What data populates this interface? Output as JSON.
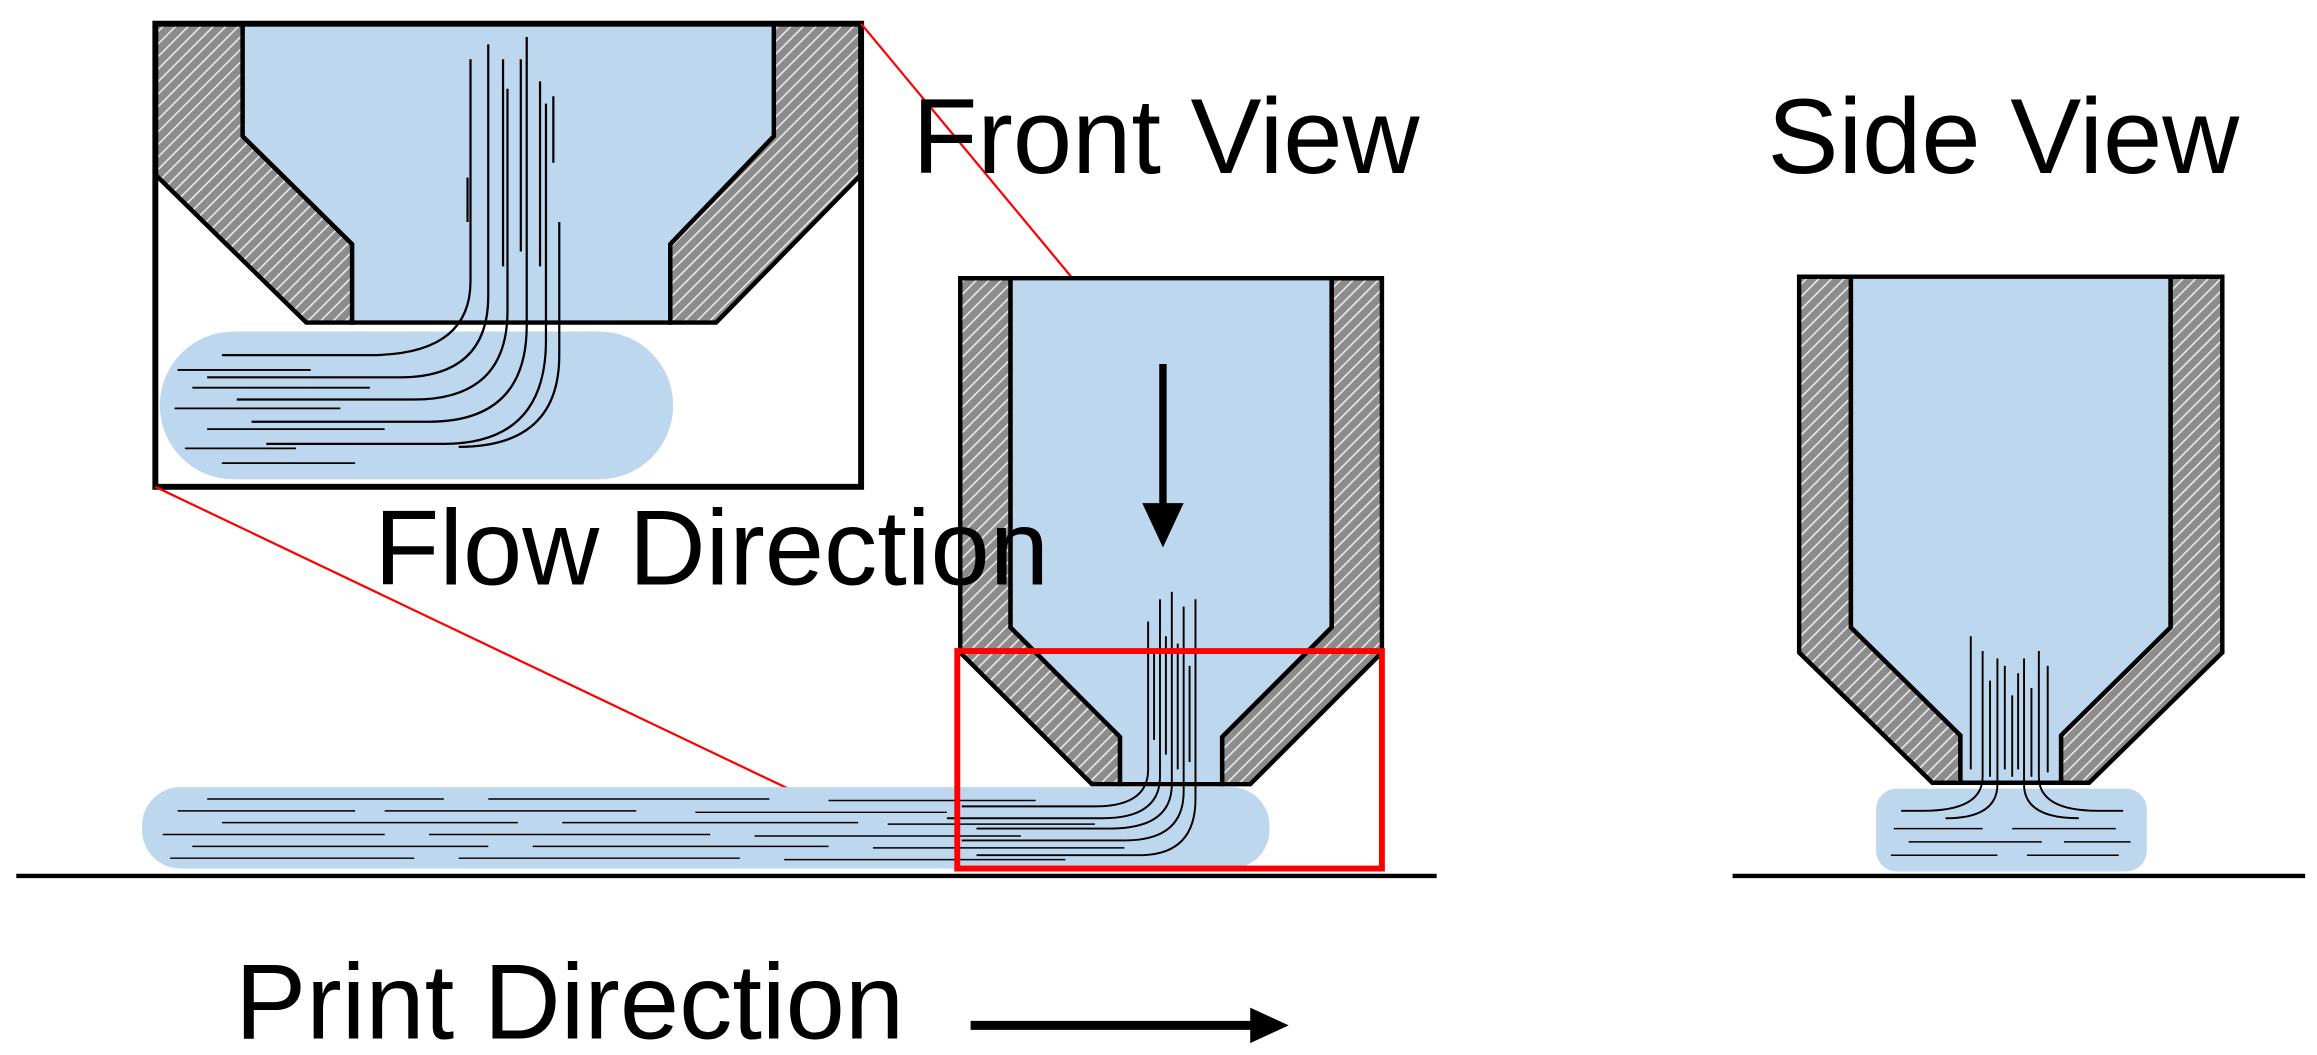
{
  "labels": {
    "front_view": "Front View",
    "side_view": "Side View",
    "flow_direction": "Flow Direction",
    "print_direction": "Print Direction"
  },
  "colors": {
    "fluid": "#bdd7ee",
    "wall": "#8c8c8c",
    "outline": "#000000",
    "highlight": "#ff0000"
  }
}
